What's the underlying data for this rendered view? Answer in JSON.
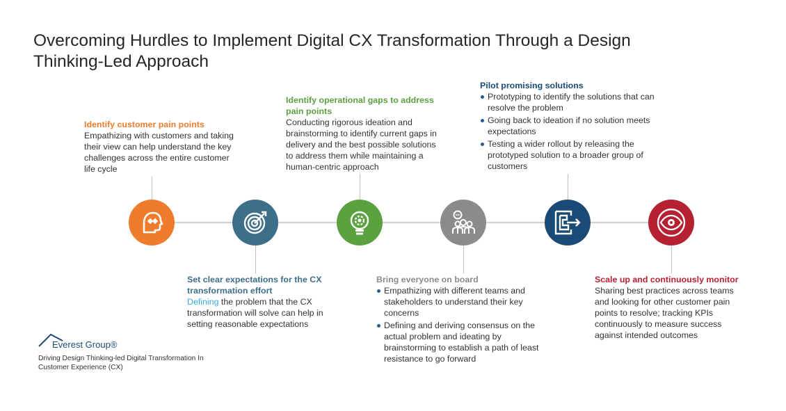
{
  "title": "Overcoming Hurdles to Implement Digital CX Transformation Through a Design Thinking-Led Approach",
  "steps": [
    {
      "heading": "Identify customer pain points",
      "text": "Empathizing with customers and taking their view can help understand the key challenges across the entire customer life cycle",
      "color": "#ef7b2d",
      "icon": "head-icon"
    },
    {
      "heading": "Set clear expectations for the CX transformation effort",
      "text_highlight": "Defining",
      "text": " the problem that the CX transformation will solve can help in setting reasonable expectations",
      "color": "#3d6f8b",
      "icon": "target-icon"
    },
    {
      "heading": "Identify operational gaps to address pain points",
      "text": "Conducting rigorous ideation and brainstorming to identify current gaps in delivery and the best possible solutions to address them while maintaining a human-centric approach",
      "color": "#5aa13f",
      "icon": "lightbulb-gear-icon"
    },
    {
      "heading": "Bring everyone on board",
      "bullets": [
        "Empathizing with different teams and stakeholders to understand their key concerns",
        "Defining and deriving consensus on the actual problem and ideating by brainstorming to establish a path of least resistance to go forward"
      ],
      "color": "#8b8b8b",
      "icon": "people-icon"
    },
    {
      "heading": "Pilot promising solutions",
      "bullets": [
        "Prototyping to identify the solutions that can resolve the problem",
        "Going back to ideation if no solution meets expectations",
        "Testing a wider rollout by releasing the prototyped solution to a broader group of customers"
      ],
      "color": "#1a4b77",
      "icon": "maze-icon"
    },
    {
      "heading": "Scale up and continuously monitor",
      "text": "Sharing best practices across teams and looking for other customer pain points to resolve; tracking KPIs continuously to measure success against intended outcomes",
      "color": "#b52131",
      "icon": "eye-icon"
    }
  ],
  "logo": {
    "text": "Everest Group®"
  },
  "source": "Driving Design Thinking-led Digital Transformation In Customer Experience (CX)"
}
